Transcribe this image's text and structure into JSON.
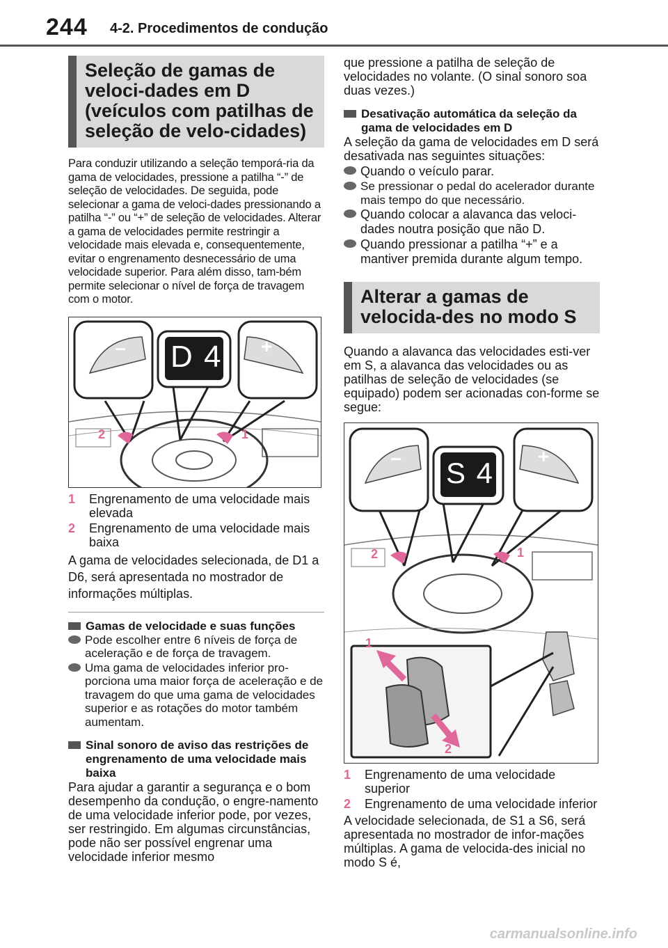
{
  "header": {
    "page_number": "244",
    "chapter_title": "4-2. Procedimentos de condução"
  },
  "left": {
    "section_title": "Seleção de gamas de veloci-dades em D (veículos com patilhas de seleção de velo-cidades)",
    "intro": "Para conduzir utilizando a seleção temporá-ria da gama de velocidades, pressione a patilha “-” de seleção de velocidades. De seguida, pode selecionar a gama de veloci-dades pressionando a patilha “-” ou “+” de seleção de velocidades. Alterar a gama de velocidades permite restringir a velocidade mais elevada e, consequentemente, evitar o engrenamento desnecessário de uma velocidade superior. Para além disso, tam-bém permite selecionar o nível de força de travagem com o motor.",
    "figure": {
      "display": "D 4",
      "minus": "−",
      "plus": "+",
      "label1": "1",
      "label2": "2"
    },
    "numbered": [
      {
        "n": "1",
        "text": "Engrenamento de uma velocidade mais elevada"
      },
      {
        "n": "2",
        "text": "Engrenamento de uma velocidade mais baixa"
      }
    ],
    "after_list": "A gama de velocidades selecionada, de D1 a D6, será apresentada no mostrador de informações múltiplas.",
    "sub1_title": "Gamas de velocidade e suas funções",
    "sub1_bullets": [
      "Pode escolher entre 6 níveis de força de aceleração e de força de travagem.",
      "Uma gama de velocidades inferior pro-porciona uma maior força de aceleração e de travagem do que uma gama de velocidades superior e as rotações do motor também aumentam."
    ],
    "sub2_title": "Sinal sonoro de aviso das restrições de engrenamento de uma velocidade mais baixa",
    "sub2_text": "Para ajudar a garantir a segurança e o bom desempenho da condução, o engre-namento de uma velocidade inferior pode, por vezes, ser restringido. Em algumas circunstâncias, pode não ser possível engrenar uma velocidade inferior mesmo"
  },
  "right": {
    "cont_text": "que pressione a patilha de seleção de velocidades no volante. (O sinal sonoro soa duas vezes.)",
    "sub3_title": "Desativação automática da seleção da gama de velocidades em D",
    "sub3_text": "A seleção da gama de velocidades em D será desativada nas seguintes situações:",
    "sub3_bullets": [
      "Quando o veículo parar.",
      "Se pressionar o pedal do acelerador durante mais tempo do que necessário.",
      "Quando colocar a alavanca das veloci-dades noutra posição que não D.",
      "Quando pressionar a patilha “+” e a mantiver premida durante algum tempo."
    ],
    "section_title": "Alterar a gamas de velocida-des no modo S",
    "intro": "Quando a alavanca das velocidades esti-ver em S, a alavanca das velocidades ou as patilhas de seleção de velocidades (se equipado) podem ser acionadas con-forme se segue:",
    "figure": {
      "display": "S 4",
      "minus": "−",
      "plus": "+",
      "label1": "1",
      "label2": "2",
      "lever1": "1",
      "lever2": "2"
    },
    "numbered": [
      {
        "n": "1",
        "text": "Engrenamento de uma velocidade superior"
      },
      {
        "n": "2",
        "text": "Engrenamento de uma velocidade inferior"
      }
    ],
    "after_list": "A velocidade selecionada, de S1 a S6, será apresentada no mostrador de infor-mações múltiplas. A gama de velocida-des inicial no modo S é,"
  },
  "watermark": "carmanualsonline.info",
  "colors": {
    "accent_pink": "#e0679a",
    "section_bar": "#555555",
    "section_bg": "#d9d9d9"
  }
}
